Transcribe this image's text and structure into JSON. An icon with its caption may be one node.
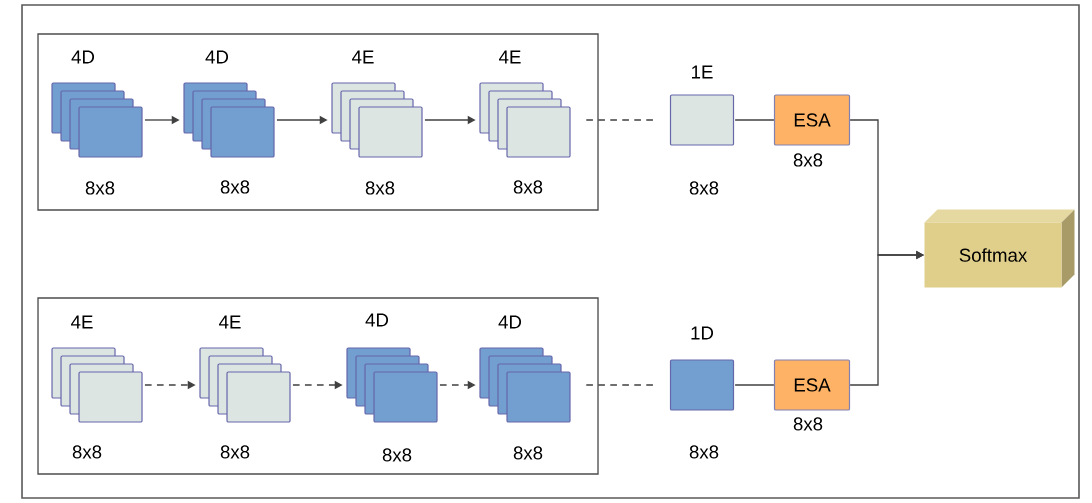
{
  "diagram": {
    "nodes": [
      {
        "text": [],
        "shape": "box"
      },
      {
        "text": [
          "4D"
        ],
        "beside": [
          "8x8"
        ],
        "in": 0
      },
      {
        "text": [
          "4D"
        ],
        "beside": [
          "8x8"
        ],
        "in": 0
      },
      {
        "text": [
          "4E"
        ],
        "beside": [
          "8x8"
        ],
        "in": 0
      },
      {
        "text": [
          "4E"
        ],
        "beside": [
          "8x8"
        ],
        "in": 0
      },
      {
        "text": [
          "1E"
        ],
        "beside": [
          "8x8"
        ]
      },
      {
        "text": [
          "ESA"
        ],
        "beside": [
          "8x8"
        ]
      },
      {
        "text": [
          "Softmax"
        ]
      },
      {
        "text": [],
        "shape": "box"
      },
      {
        "text": [
          "4E"
        ],
        "beside": [
          "8x8"
        ],
        "in": 8
      },
      {
        "text": [
          "4E"
        ],
        "beside": [
          "8x8"
        ],
        "in": 8
      },
      {
        "text": [
          "4D"
        ],
        "beside": [
          "8x8"
        ],
        "in": 8
      },
      {
        "text": [
          "4D"
        ],
        "beside": [
          "8x8"
        ],
        "in": 8
      },
      {
        "text": [
          "1D"
        ],
        "beside": [
          "8x8"
        ]
      },
      {
        "text": [
          "ESA"
        ],
        "beside": [
          "8x8"
        ]
      }
    ],
    "edges": [
      {
        "from": 1,
        "to": 2,
        "arrow": "to"
      },
      {
        "from": 2,
        "to": 3,
        "arrow": "to"
      },
      {
        "from": 3,
        "to": 4,
        "arrow": "to"
      },
      {
        "from": 4,
        "to": 5,
        "arrow": "none",
        "style": "dashed"
      },
      {
        "from": 5,
        "to": 6,
        "arrow": "none"
      },
      {
        "from": 6,
        "to": 7,
        "arrow": "to"
      },
      {
        "from": 9,
        "to": 10,
        "arrow": "to",
        "style": "dashed"
      },
      {
        "from": 10,
        "to": 11,
        "arrow": "to",
        "style": "dashed"
      },
      {
        "from": 11,
        "to": 12,
        "arrow": "to",
        "style": "dashed"
      },
      {
        "from": 12,
        "to": 13,
        "arrow": "none",
        "style": "dashed"
      },
      {
        "from": 13,
        "to": 14,
        "arrow": "none"
      },
      {
        "from": 14,
        "to": 7,
        "arrow": "to"
      }
    ]
  }
}
